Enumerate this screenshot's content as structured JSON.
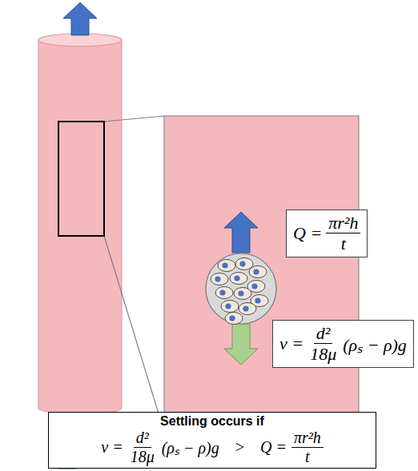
{
  "diagram": {
    "nodes": [
      {
        "text": [
          "Q =",
          "πr²h",
          "t"
        ]
      },
      {
        "text": [
          "v =",
          "d²",
          "18μ",
          "(ρₛ − ρ)g"
        ]
      },
      {
        "text": [
          "Settling occurs if",
          "v =",
          "d²",
          "18μ",
          "(ρₛ − ρ)g",
          ">",
          "Q =",
          "πr²h",
          "t"
        ]
      }
    ]
  }
}
